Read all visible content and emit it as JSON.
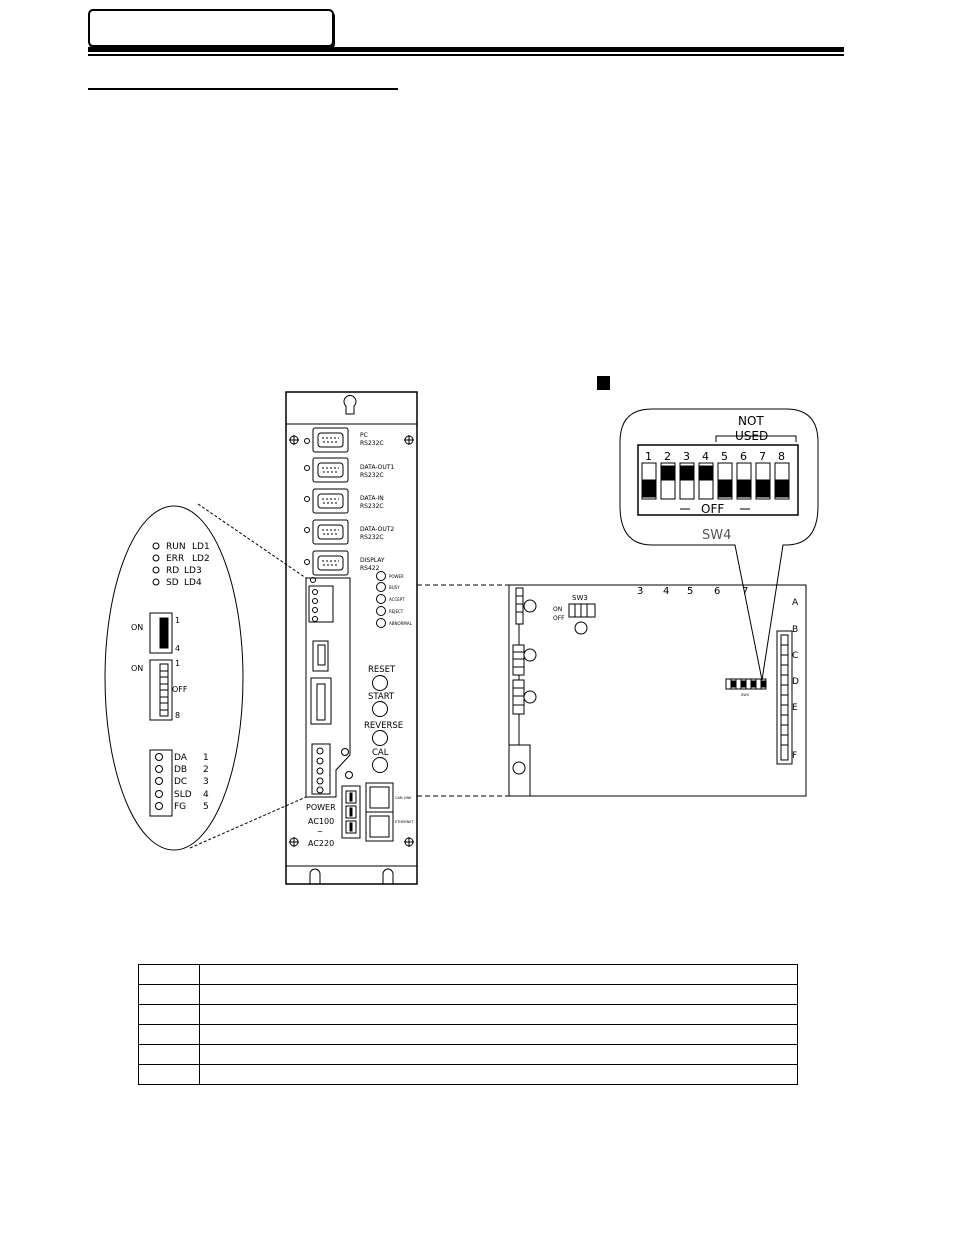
{
  "front_panel": {
    "connectors": [
      {
        "line1": "PC",
        "line2": "RS232C"
      },
      {
        "line1": "DATA-OUT1",
        "line2": "RS232C"
      },
      {
        "line1": "DATA-IN",
        "line2": "RS232C"
      },
      {
        "line1": "DATA-OUT2",
        "line2": "RS232C"
      },
      {
        "line1": "DISPLAY",
        "line2": "RS422"
      }
    ],
    "status_leds": [
      "POWER",
      "BUSY",
      "ACCEPT",
      "REJECT",
      "ABNORMAL"
    ],
    "buttons": [
      "RESET",
      "START",
      "REVERSE",
      "CAL"
    ],
    "power_label": "POWER",
    "power_range": [
      "AC100",
      "~",
      "AC220"
    ],
    "side_connectors": [
      "CAN LINK",
      "ETHERNET"
    ]
  },
  "magnified": {
    "leds": [
      {
        "name": "RUN",
        "ref": "LD1"
      },
      {
        "name": "ERR",
        "ref": "LD2"
      },
      {
        "name": "RD",
        "ref": "LD3"
      },
      {
        "name": "SD",
        "ref": "LD4"
      }
    ],
    "switch_a": {
      "on": "ON",
      "top": "1",
      "bottom": "4"
    },
    "switch_b": {
      "on": "ON",
      "top": "1",
      "off": "OFF",
      "bottom": "8"
    },
    "terminals": [
      {
        "name": "DA",
        "num": "1"
      },
      {
        "name": "DB",
        "num": "2"
      },
      {
        "name": "DC",
        "num": "3"
      },
      {
        "name": "SLD",
        "num": "4"
      },
      {
        "name": "FG",
        "num": "5"
      }
    ]
  },
  "sw4_detail": {
    "not_used": [
      "NOT",
      "USED"
    ],
    "numbers": [
      "1",
      "2",
      "3",
      "4",
      "5",
      "6",
      "7",
      "8"
    ],
    "off_label": "OFF",
    "name": "SW4"
  },
  "board": {
    "sw3": {
      "label": "SW3",
      "on": "ON",
      "off": "OFF"
    },
    "columns": [
      "3",
      "4",
      "5",
      "6",
      "7"
    ],
    "rows": [
      "A",
      "B",
      "C",
      "D",
      "E",
      "F"
    ],
    "sw4_small": "SW4"
  }
}
